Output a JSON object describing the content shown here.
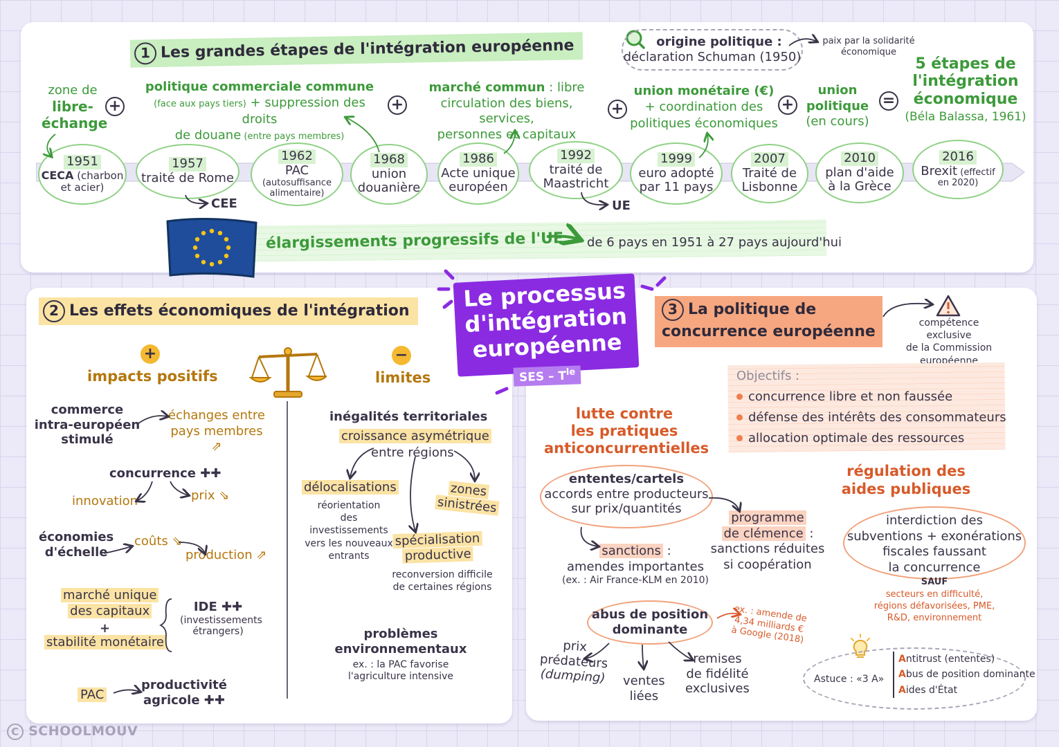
{
  "title": {
    "line1": "Le processus",
    "line2": "d'intégration",
    "line3": "européenne",
    "tag": "SES – T",
    "tag_sup": "le"
  },
  "section1": {
    "number": "1",
    "heading": "Les grandes étapes de l'intégration européenne",
    "origin": {
      "label": "origine politique :",
      "text": "déclaration Schuman (1950)",
      "consequence_1": "paix par la solidarité",
      "consequence_2": "économique"
    },
    "stages": {
      "free_trade": [
        "zone de",
        "libre-",
        "échange"
      ],
      "trade_policy": {
        "title": "politique commerciale commune",
        "small1": "(face aux pays tiers)",
        "mid": " + suppression des droits",
        "line3": "de douane",
        "small2": " (entre pays membres)"
      },
      "common_market": {
        "title": "marché commun",
        "rest": " : libre",
        "line2": "circulation des biens, services,",
        "line3": "personnes et capitaux"
      },
      "monetary": {
        "title": "union monétaire (€)",
        "line2": "+ coordination des",
        "line3": "politiques économiques"
      },
      "political": [
        "union",
        "politique",
        "(en cours)"
      ],
      "result": [
        "5 étapes de",
        "l'intégration",
        "économique"
      ],
      "result_source": "(Béla Balassa, 1961)",
      "plus": "+",
      "equals": "="
    },
    "timeline": [
      {
        "year": "1951",
        "main": "CECA",
        "small": " (charbon",
        "line2": "et acier)"
      },
      {
        "year": "1957",
        "main": "traité de Rome",
        "small": "",
        "line2": ""
      },
      {
        "year": "1962",
        "main": "PAC",
        "small": "",
        "line2": "(autosuffisance",
        "line3": "alimentaire)"
      },
      {
        "year": "1968",
        "main": "union",
        "small": "",
        "line2": "douanière"
      },
      {
        "year": "1986",
        "main": "Acte unique",
        "small": "",
        "line2": "européen"
      },
      {
        "year": "1992",
        "main": "traité de",
        "small": "",
        "line2": "Maastricht"
      },
      {
        "year": "1999",
        "main": "euro adopté",
        "small": "",
        "line2": "par 11 pays"
      },
      {
        "year": "2007",
        "main": "Traité de",
        "small": "",
        "line2": "Lisbonne"
      },
      {
        "year": "2010",
        "main": "plan d'aide",
        "small": "",
        "line2": "à la Grèce"
      },
      {
        "year": "2016",
        "main": "Brexit",
        "small": " (effectif",
        "line2": "en 2020)"
      }
    ],
    "cee_label": "CEE",
    "ue_label": "UE",
    "enlargement": "élargissements progressifs de l'UE",
    "enlargement_detail": "de 6 pays en 1951 à 27 pays aujourd'hui"
  },
  "section2": {
    "number": "2",
    "heading": "Les effets économiques de l'intégration",
    "positive": {
      "sign": "+",
      "label": "impacts positifs",
      "trade": [
        "commerce",
        "intra-européen",
        "stimulé"
      ],
      "trade_result": [
        "échanges entre",
        "pays membres ⇗"
      ],
      "competition": "concurrence ✚✚",
      "innovation": "innovation",
      "prices": "prix ⇘",
      "scale": [
        "économies",
        "d'échelle"
      ],
      "costs": "coûts ⇘",
      "production": "production ⇗",
      "capital_market": [
        "marché unique",
        "des capitaux"
      ],
      "plus": "+",
      "stability": "stabilité monétaire",
      "fdi": "IDE ✚✚",
      "fdi_detail": [
        "(investissements",
        "étrangers)"
      ],
      "pac": "PAC",
      "productivity": [
        "productivité",
        "agricole ✚✚"
      ]
    },
    "limits": {
      "sign": "−",
      "label": "limites",
      "inequalities": "inégalités territoriales",
      "asym": "croissance asymétrique",
      "between": "entre régions",
      "offshoring": "délocalisations",
      "offshoring_detail": [
        "réorientation",
        "des investissements",
        "vers les nouveaux",
        "entrants"
      ],
      "zones": [
        "zones",
        "sinistrées"
      ],
      "specialisation": [
        "spécialisation",
        "productive"
      ],
      "specialisation_detail": [
        "reconversion difficile",
        "de certaines régions"
      ],
      "env": [
        "problèmes",
        "environnementaux"
      ],
      "env_detail": [
        "ex. : la PAC favorise",
        "l'agriculture intensive"
      ]
    }
  },
  "section3": {
    "number": "3",
    "heading_1": "La politique de",
    "heading_2": "concurrence européenne",
    "competence": [
      "compétence exclusive",
      "de la Commission",
      "européenne"
    ],
    "objectives_label": "Objectifs :",
    "objectives": [
      "concurrence libre et non faussée",
      "défense des intérêts des consommateurs",
      "allocation optimale des ressources"
    ],
    "practices": [
      "lutte contre",
      "les pratiques",
      "anticoncurrentielles"
    ],
    "cartels": {
      "title": "ententes/cartels",
      "line2": "accords entre producteurs",
      "line3": "sur prix/quantités"
    },
    "sanctions": "sanctions",
    "sanctions_detail": [
      "amendes importantes",
      "(ex. : Air France-KLM en 2010)"
    ],
    "leniency": [
      "programme",
      "de clémence"
    ],
    "leniency_detail": [
      "sanctions réduites",
      "si coopération"
    ],
    "abuse": [
      "abus de position",
      "dominante"
    ],
    "abuse_example": [
      "ex. : amende de",
      "4,34 milliards €",
      "à Google (2018)"
    ],
    "predatory": [
      "prix",
      "prédateurs",
      "(dumping)"
    ],
    "tied": [
      "ventes",
      "liées"
    ],
    "rebates": [
      "remises",
      "de fidélité",
      "exclusives"
    ],
    "aid_title": [
      "régulation des",
      "aides publiques"
    ],
    "aid": [
      "interdiction des",
      "subventions + exonérations",
      "fiscales faussant",
      "la concurrence"
    ],
    "except": "SAUF",
    "except_detail": [
      "secteurs en difficulté,",
      "régions défavorisées, PME,",
      "R&D, environnement"
    ],
    "tip_label": "Astuce : «3 A»",
    "tip": [
      {
        "a": "A",
        "rest": "ntitrust (ententes)"
      },
      {
        "a": "A",
        "rest": "bus de position dominante"
      },
      {
        "a": "A",
        "rest": "ides d'État"
      }
    ]
  },
  "footer": "SCHOOLMOUV",
  "colors": {
    "green": "#3c9a3a",
    "orange_text": "#b4770d",
    "red_text": "#d75a29",
    "purple": "#8a2be2",
    "highlight_green": "#c9eec0",
    "highlight_yellow": "#fbe3a4",
    "highlight_orange": "#f7a77f"
  }
}
